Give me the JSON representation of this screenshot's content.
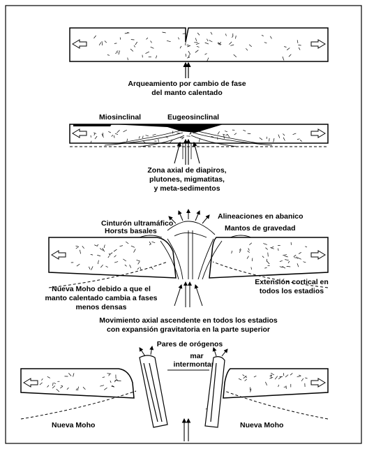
{
  "panels": {
    "p1": {
      "caption": [
        "Arqueamiento por cambio de fase",
        "del manto calentado"
      ]
    },
    "p2": {
      "miogeo": "Miosinclinal",
      "eugeo": "Eugeosinclinal",
      "caption": [
        "Zona axial de diapiros,",
        "plutones, migmatitas,",
        "y meta-sedimentos"
      ]
    },
    "p3": {
      "cinturon": "Cinturón ultramáfico",
      "horsts": "Horsts basales",
      "alineaciones": "Alineaciones en abanico",
      "mantos": "Mantos de gravedad",
      "moho_left": [
        "Nueva Moho debido a que el",
        "manto calentado cambia a fases",
        "menos densas"
      ],
      "ext_right": [
        "Extensión cortical en",
        "todos los estadios"
      ],
      "caption": [
        "Movimiento axial ascendente en todos los estadios",
        "con expansión gravitatoria en la parte superior"
      ]
    },
    "p4": {
      "pares": "Pares de orógenos",
      "mar": [
        "mar",
        "intermontano"
      ],
      "moho_left": "Nueva Moho",
      "moho_right": "Nueva Moho"
    }
  },
  "colors": {
    "ink": "#000000",
    "paper": "#ffffff",
    "frame": "#000000"
  },
  "icons": [
    "arrow-left-icon",
    "arrow-right-icon",
    "arrow-up-icon"
  ]
}
